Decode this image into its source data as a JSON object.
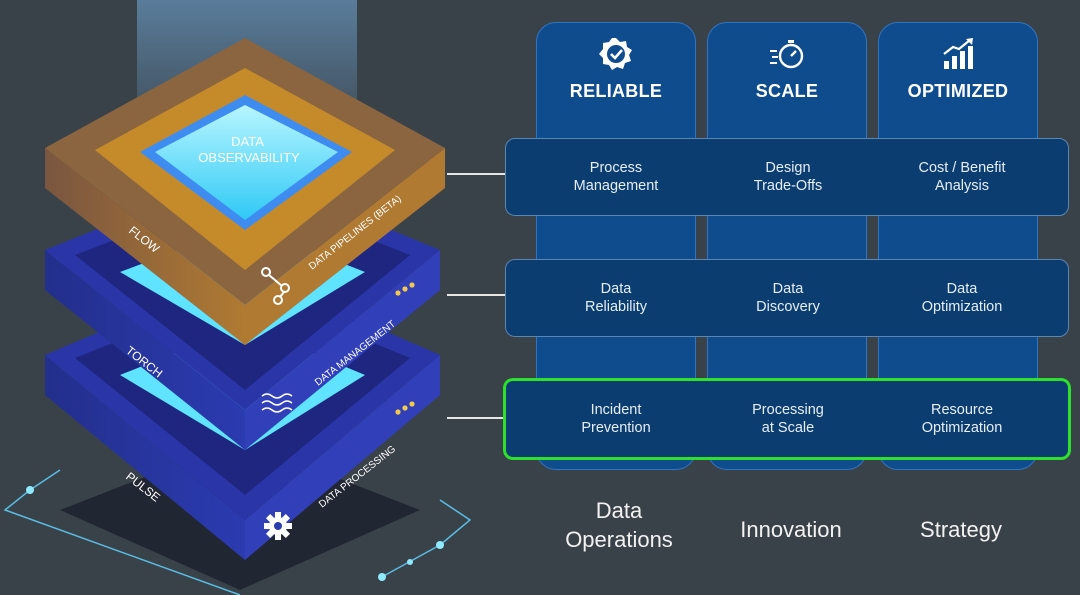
{
  "stack": {
    "core_label": "DATA\nOBSERVABILITY",
    "layers": [
      {
        "name": "FLOW",
        "subtitle": "DATA PIPELINES (BETA)",
        "icon": "flow-nodes-icon"
      },
      {
        "name": "TORCH",
        "subtitle": "DATA MANAGEMENT",
        "icon": "waves-icon"
      },
      {
        "name": "PULSE",
        "subtitle": "DATA PROCESSING",
        "icon": "gear-icon"
      }
    ]
  },
  "columns": [
    {
      "title": "RELIABLE",
      "icon": "badge-check-icon"
    },
    {
      "title": "SCALE",
      "icon": "stopwatch-speed-icon"
    },
    {
      "title": "OPTIMIZED",
      "icon": "bar-chart-up-icon"
    }
  ],
  "rows": [
    {
      "cells": [
        "Process\nManagement",
        "Design\nTrade-Offs",
        "Cost / Benefit\nAnalysis"
      ],
      "highlighted": false
    },
    {
      "cells": [
        "Data\nReliability",
        "Data\nDiscovery",
        "Data\nOptimization"
      ],
      "highlighted": false
    },
    {
      "cells": [
        "Incident\nPrevention",
        "Processing\nat Scale",
        "Resource\nOptimization"
      ],
      "highlighted": true
    }
  ],
  "footer": [
    "Data\nOperations",
    "Innovation",
    "Strategy"
  ],
  "colors": {
    "background": "#3a4249",
    "column_fill": "#0e4c8e",
    "row_fill": "#0b3d70",
    "highlight": "#2ce02b",
    "flow_layer": "#a0713a",
    "torch_layer": "#2a36a8",
    "pulse_layer": "#2a36a8",
    "core": "#5fe3ff"
  }
}
